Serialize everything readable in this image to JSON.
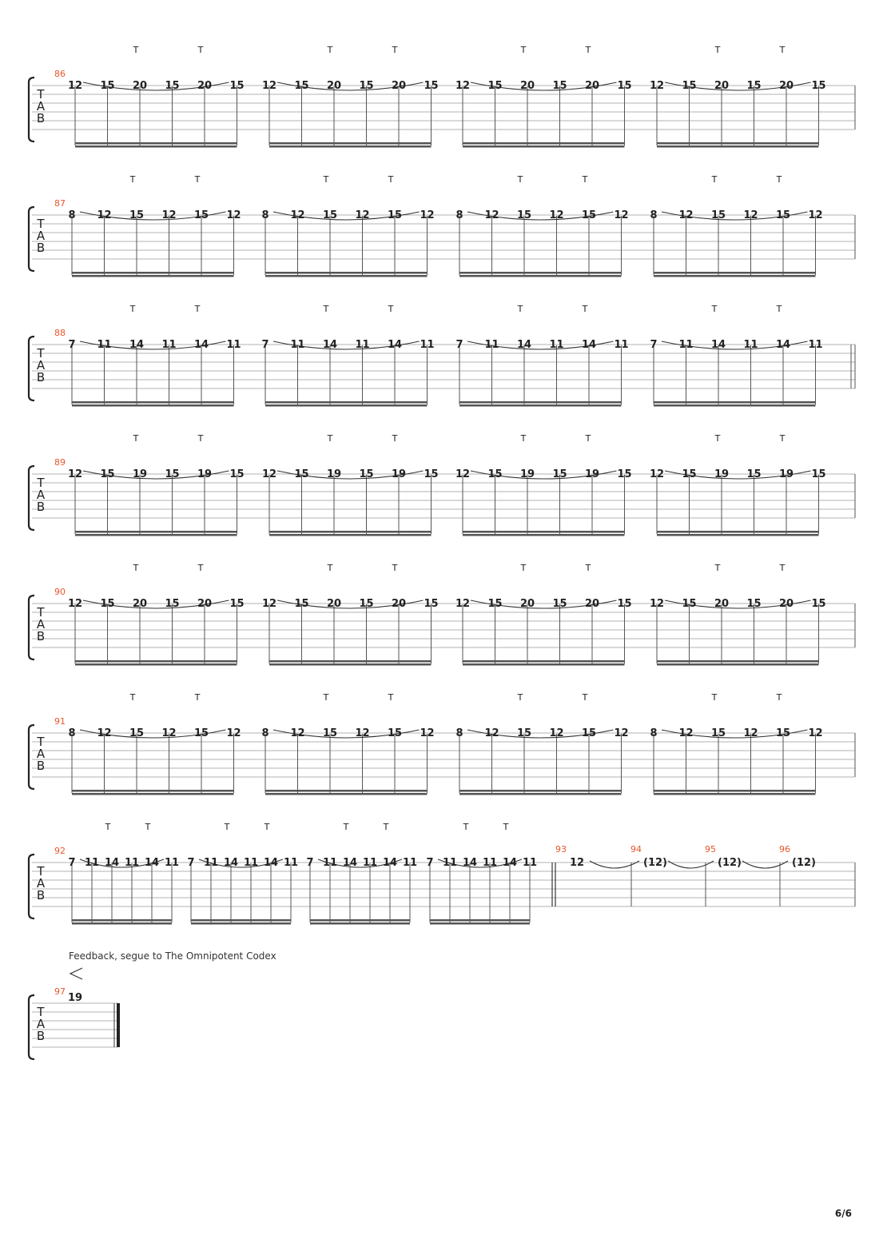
{
  "page_number": "6/6",
  "tab_clef": [
    "T",
    "A",
    "B"
  ],
  "tap_symbol": "T",
  "systems": [
    {
      "measure": "86",
      "groups": [
        [
          "12",
          "15",
          "20",
          "15",
          "20",
          "15"
        ],
        [
          "12",
          "15",
          "20",
          "15",
          "20",
          "15"
        ],
        [
          "12",
          "15",
          "20",
          "15",
          "20",
          "15"
        ],
        [
          "12",
          "15",
          "20",
          "15",
          "20",
          "15"
        ]
      ]
    },
    {
      "measure": "87",
      "groups": [
        [
          "8",
          "12",
          "15",
          "12",
          "15",
          "12"
        ],
        [
          "8",
          "12",
          "15",
          "12",
          "15",
          "12"
        ],
        [
          "8",
          "12",
          "15",
          "12",
          "15",
          "12"
        ],
        [
          "8",
          "12",
          "15",
          "12",
          "15",
          "12"
        ]
      ]
    },
    {
      "measure": "88",
      "groups": [
        [
          "7",
          "11",
          "14",
          "11",
          "14",
          "11"
        ],
        [
          "7",
          "11",
          "14",
          "11",
          "14",
          "11"
        ],
        [
          "7",
          "11",
          "14",
          "11",
          "14",
          "11"
        ],
        [
          "7",
          "11",
          "14",
          "11",
          "14",
          "11"
        ]
      ]
    },
    {
      "measure": "89",
      "groups": [
        [
          "12",
          "15",
          "19",
          "15",
          "19",
          "15"
        ],
        [
          "12",
          "15",
          "19",
          "15",
          "19",
          "15"
        ],
        [
          "12",
          "15",
          "19",
          "15",
          "19",
          "15"
        ],
        [
          "12",
          "15",
          "19",
          "15",
          "19",
          "15"
        ]
      ]
    },
    {
      "measure": "90",
      "groups": [
        [
          "12",
          "15",
          "20",
          "15",
          "20",
          "15"
        ],
        [
          "12",
          "15",
          "20",
          "15",
          "20",
          "15"
        ],
        [
          "12",
          "15",
          "20",
          "15",
          "20",
          "15"
        ],
        [
          "12",
          "15",
          "20",
          "15",
          "20",
          "15"
        ]
      ]
    },
    {
      "measure": "91",
      "groups": [
        [
          "8",
          "12",
          "15",
          "12",
          "15",
          "12"
        ],
        [
          "8",
          "12",
          "15",
          "12",
          "15",
          "12"
        ],
        [
          "8",
          "12",
          "15",
          "12",
          "15",
          "12"
        ],
        [
          "8",
          "12",
          "15",
          "12",
          "15",
          "12"
        ]
      ]
    },
    {
      "measure": "92",
      "groups": [
        [
          "7",
          "11",
          "14",
          "11",
          "14",
          "11"
        ],
        [
          "7",
          "11",
          "14",
          "11",
          "14",
          "11"
        ],
        [
          "7",
          "11",
          "14",
          "11",
          "14",
          "11"
        ],
        [
          "7",
          "11",
          "14",
          "11",
          "14",
          "11"
        ]
      ],
      "tied_measures": [
        {
          "measure": "93",
          "fret": "12"
        },
        {
          "measure": "94",
          "fret": "(12)"
        },
        {
          "measure": "95",
          "fret": "(12)"
        },
        {
          "measure": "96",
          "fret": "(12)"
        }
      ]
    },
    {
      "measure": "97",
      "annotation": "Feedback, segue to The Omnipotent Codex",
      "final_note": "19"
    }
  ]
}
